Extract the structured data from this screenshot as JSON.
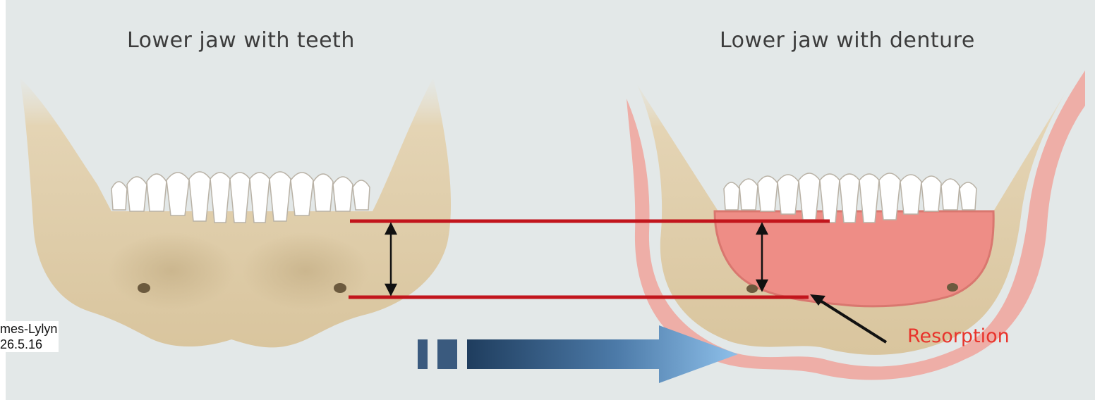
{
  "titles": {
    "left": "Lower jaw with teeth",
    "right": "Lower jaw with denture"
  },
  "annotation": {
    "resorption": "Resorption",
    "resorption_color": "#e8342c"
  },
  "credit": {
    "line1": "mes-Lylyn",
    "line2": "26.5.16"
  },
  "colors": {
    "background": "#e3e8e8",
    "bone": "#ddc9a3",
    "gum": "#f0928b",
    "reference_line": "#c2151c",
    "arrow": "#5b8fc9"
  }
}
